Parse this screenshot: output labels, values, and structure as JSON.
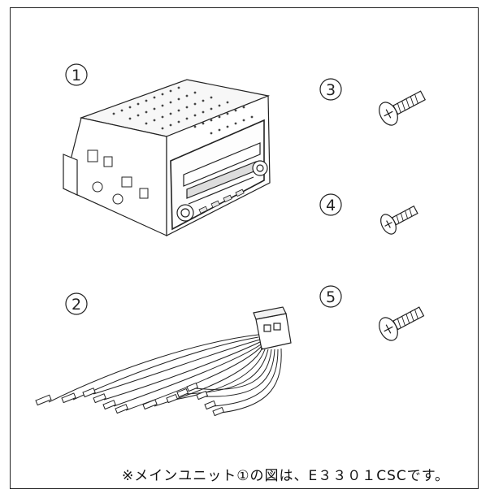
{
  "parts": [
    {
      "number": "1",
      "item": "main-unit-illustration"
    },
    {
      "number": "2",
      "item": "wiring-harness-illustration"
    },
    {
      "number": "3",
      "item": "screw-illustration"
    },
    {
      "number": "4",
      "item": "screw-illustration"
    },
    {
      "number": "5",
      "item": "screw-illustration"
    }
  ],
  "caption": "※メインユニット①の図は、E３３０１CSCです。"
}
